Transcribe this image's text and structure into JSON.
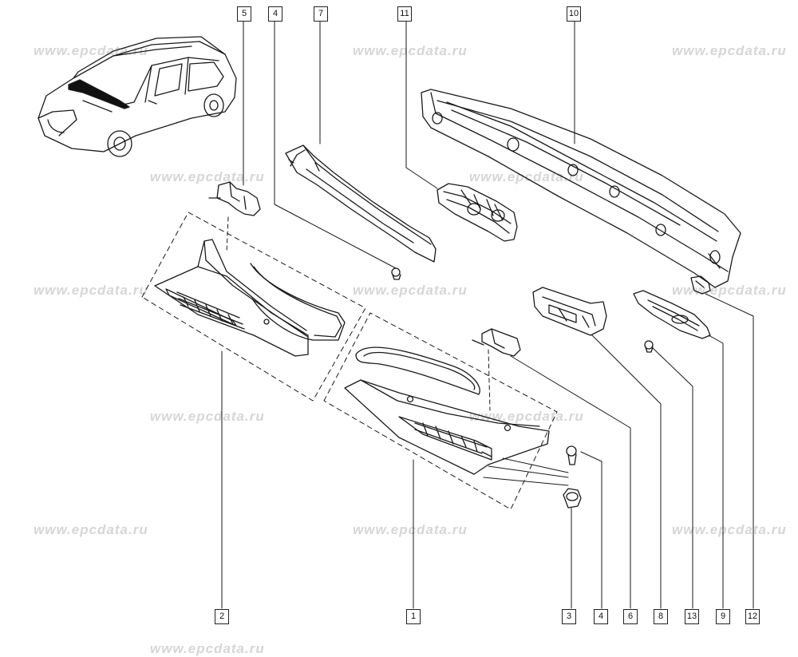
{
  "watermark": "www.epcdata.ru",
  "callouts": {
    "top_5": "5",
    "top_4": "4",
    "top_7": "7",
    "top_11": "11",
    "top_10": "10",
    "bot_2": "2",
    "bot_1": "1",
    "bot_3": "3",
    "bot_4": "4",
    "bot_6": "6",
    "bot_8": "8",
    "bot_13": "13",
    "bot_9": "9",
    "bot_12": "12"
  }
}
